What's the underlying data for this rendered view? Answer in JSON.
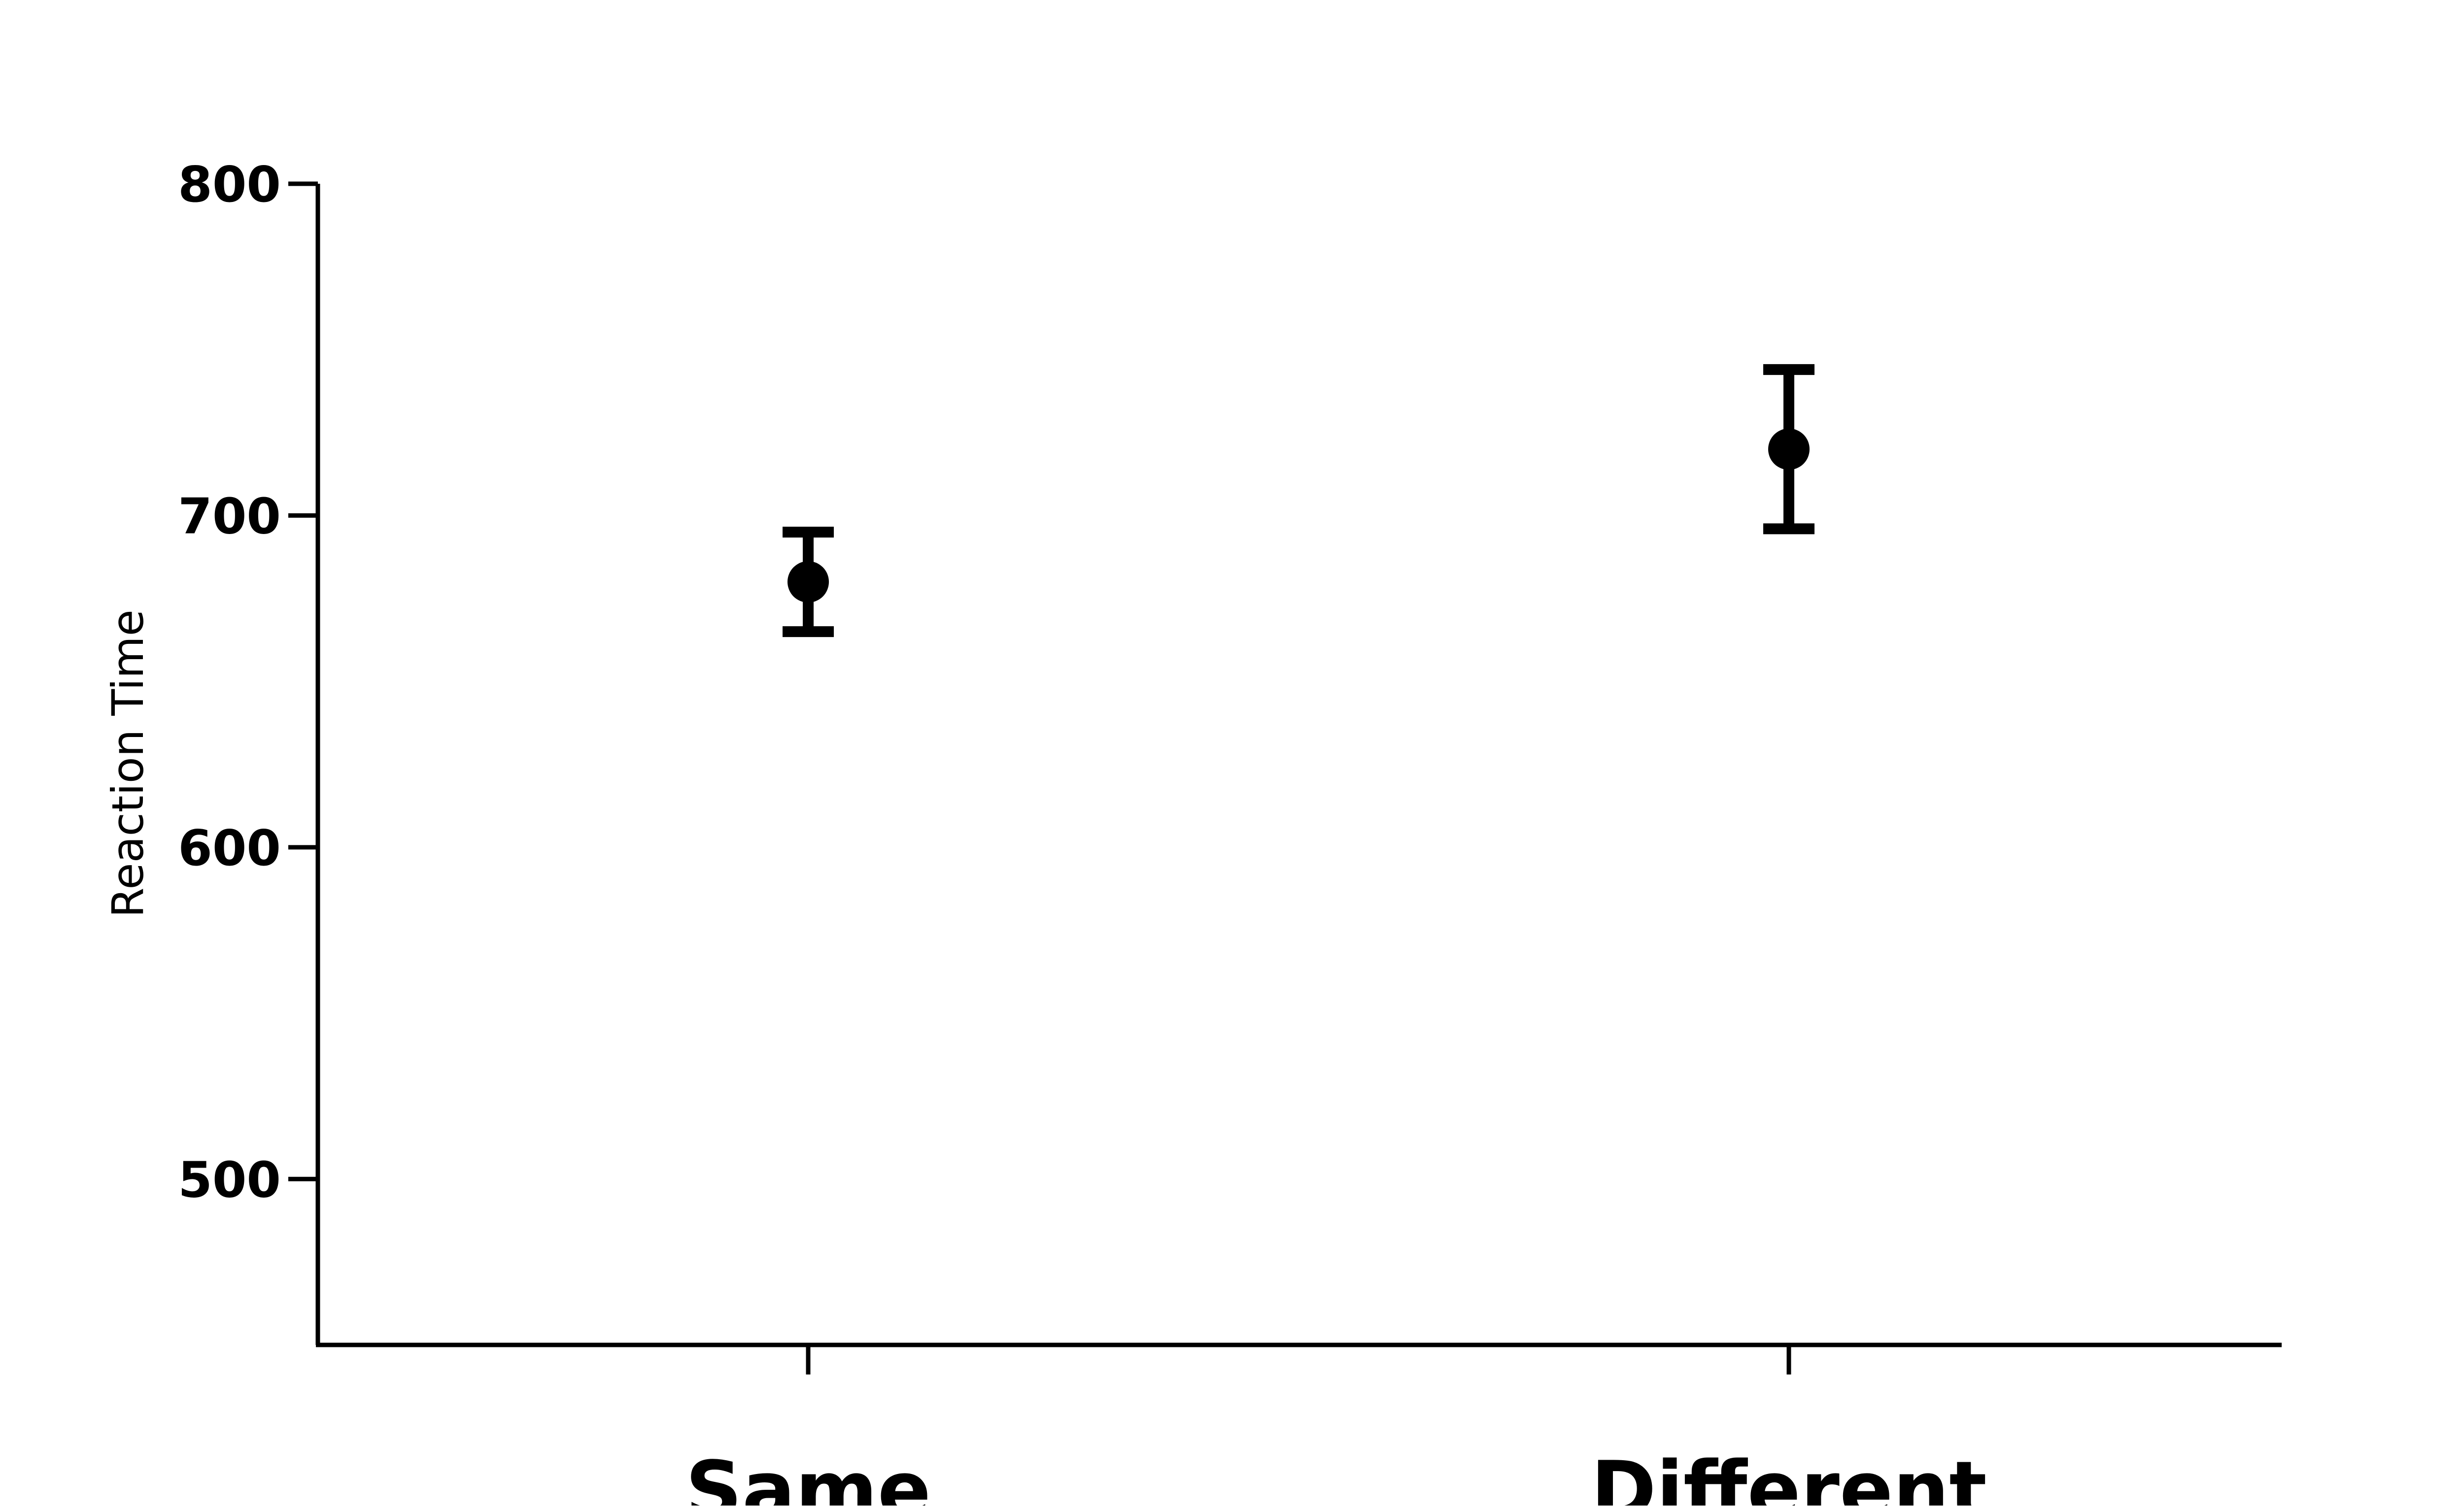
{
  "chart_data": {
    "type": "scatter",
    "title": "",
    "xlabel": "",
    "ylabel": "Reaction Time",
    "categories": [
      "Same",
      "Different"
    ],
    "series": [
      {
        "values": [
          680,
          720
        ],
        "error_low": [
          665,
          696
        ],
        "error_high": [
          695,
          744
        ]
      }
    ],
    "ylim": [
      450,
      800
    ],
    "yticks": [
      500,
      600,
      700,
      800
    ],
    "ytick_labels": [
      "500",
      "600",
      "700",
      "800"
    ],
    "grid": false,
    "legend": "none",
    "colors": {
      "marker": "#000000",
      "axis": "#000000",
      "background": "#ffffff"
    }
  }
}
